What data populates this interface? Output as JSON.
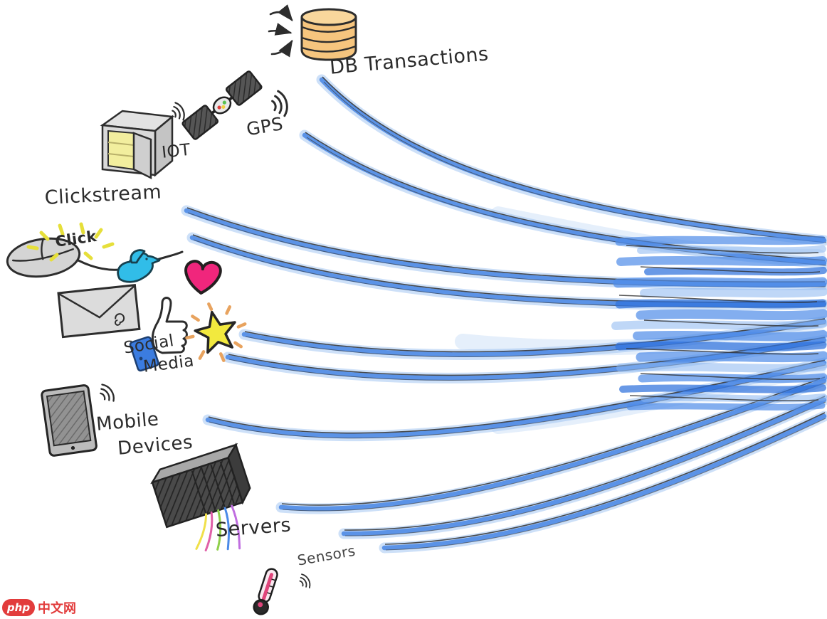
{
  "diagram": {
    "sources": [
      {
        "label": "DB Transactions",
        "icon": "database-icon"
      },
      {
        "label": "GPS",
        "icon": "satellite-icon"
      },
      {
        "label": "IOT",
        "icon": "smart-appliance-icon"
      },
      {
        "label": "Clickstream",
        "icon": "computer-mouse-icon",
        "callout": "Click"
      },
      {
        "label": "Social Media",
        "icons": [
          "bird-icon",
          "heart-icon",
          "envelope-icon",
          "thumbs-up-icon",
          "star-icon"
        ]
      },
      {
        "label": "Mobile Devices",
        "icon": "smartphone-icon"
      },
      {
        "label": "Servers",
        "icon": "server-rack-icon"
      },
      {
        "label": "Sensors",
        "icon": "thermometer-icon"
      }
    ]
  },
  "labels": {
    "db": "DB Transactions",
    "gps": "GPS",
    "iot": "IOT",
    "clickstream": "Clickstream",
    "click": "Click",
    "social1": "Social",
    "social2": "Media",
    "mobile1": "Mobile",
    "mobile2": "Devices",
    "servers": "Servers",
    "sensors": "Sensors"
  },
  "watermark": {
    "logo_text": "php",
    "site_text": "中文网"
  },
  "colors": {
    "stream_blue": "#3e7fe2",
    "stream_light_blue": "#9cc2f2",
    "pen_ink": "#2e2e2e",
    "database_orange": "#f6c57e",
    "bird_cyan": "#31bde8",
    "heart_pink": "#f0267c",
    "star_yellow": "#f2e93e",
    "burst_orange": "#e8a35f",
    "click_burst_yellow": "#e6df3a",
    "like_sleeve_blue": "#3b7ce0",
    "thermometer_pink": "#e0457b",
    "watermark_red": "#e23c3c"
  }
}
